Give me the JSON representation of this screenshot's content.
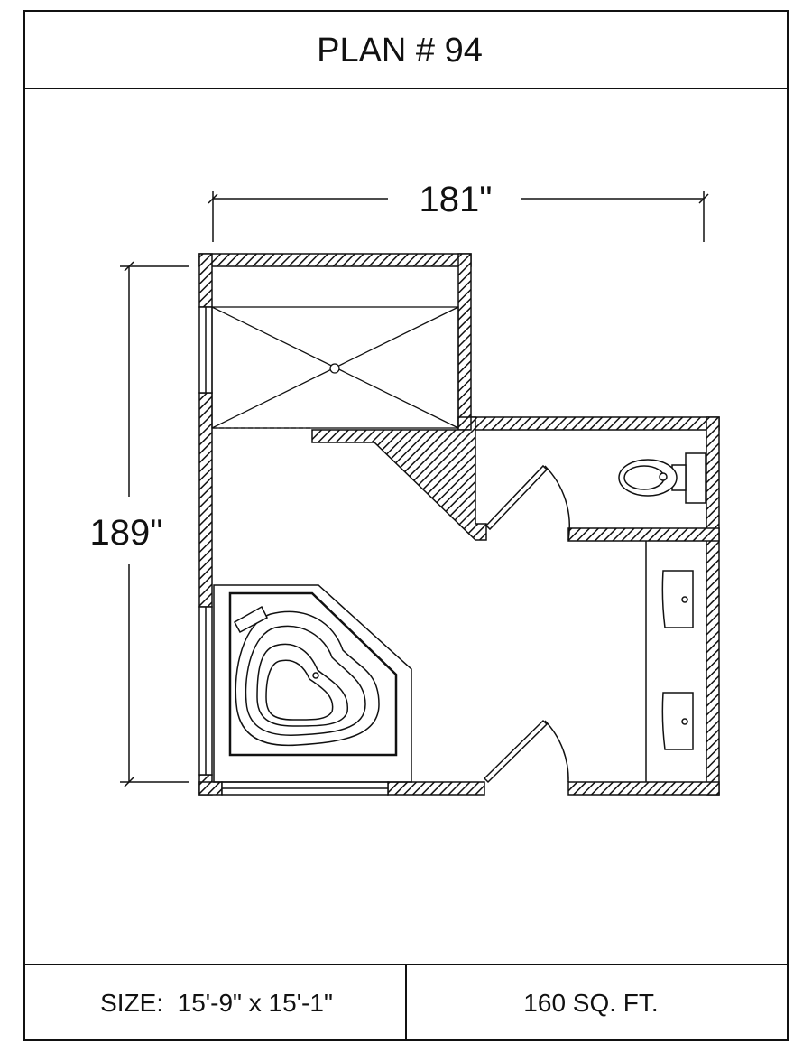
{
  "title": "PLAN # 94",
  "dimensions": {
    "width": "181\"",
    "height": "189\""
  },
  "footer": {
    "size": "SIZE:  15'-9\" x 15'-1\"",
    "area": "160 SQ. FT."
  }
}
